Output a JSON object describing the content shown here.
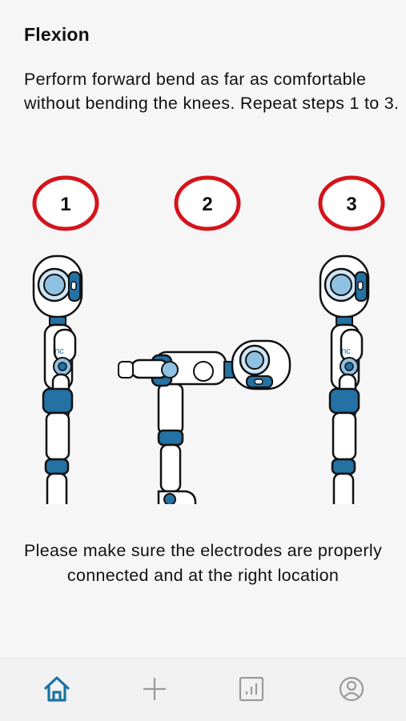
{
  "screen": {
    "title": "Flexion",
    "instructions": "Perform forward bend as far as comfortable without bending the knees. Repeat steps 1 to 3.",
    "note": "Please make sure the electrodes are properly connected and at the right location"
  },
  "steps": [
    {
      "number": "1",
      "pose": "standing"
    },
    {
      "number": "2",
      "pose": "forward-bend"
    },
    {
      "number": "3",
      "pose": "standing"
    }
  ],
  "robot_chest_logo": "nc",
  "tabbar": {
    "items": [
      {
        "name": "home",
        "icon": "home-icon",
        "active": true
      },
      {
        "name": "add",
        "icon": "plus-icon",
        "active": false
      },
      {
        "name": "reports",
        "icon": "chart-icon",
        "active": false
      },
      {
        "name": "profile",
        "icon": "user-icon",
        "active": false
      }
    ]
  },
  "colors": {
    "accent": "#1a73a3",
    "step_circle_border": "#d4141b",
    "robot_blue": "#2471a3",
    "robot_light_blue": "#8fc1e3",
    "inactive_icon": "#9a9a9a"
  }
}
